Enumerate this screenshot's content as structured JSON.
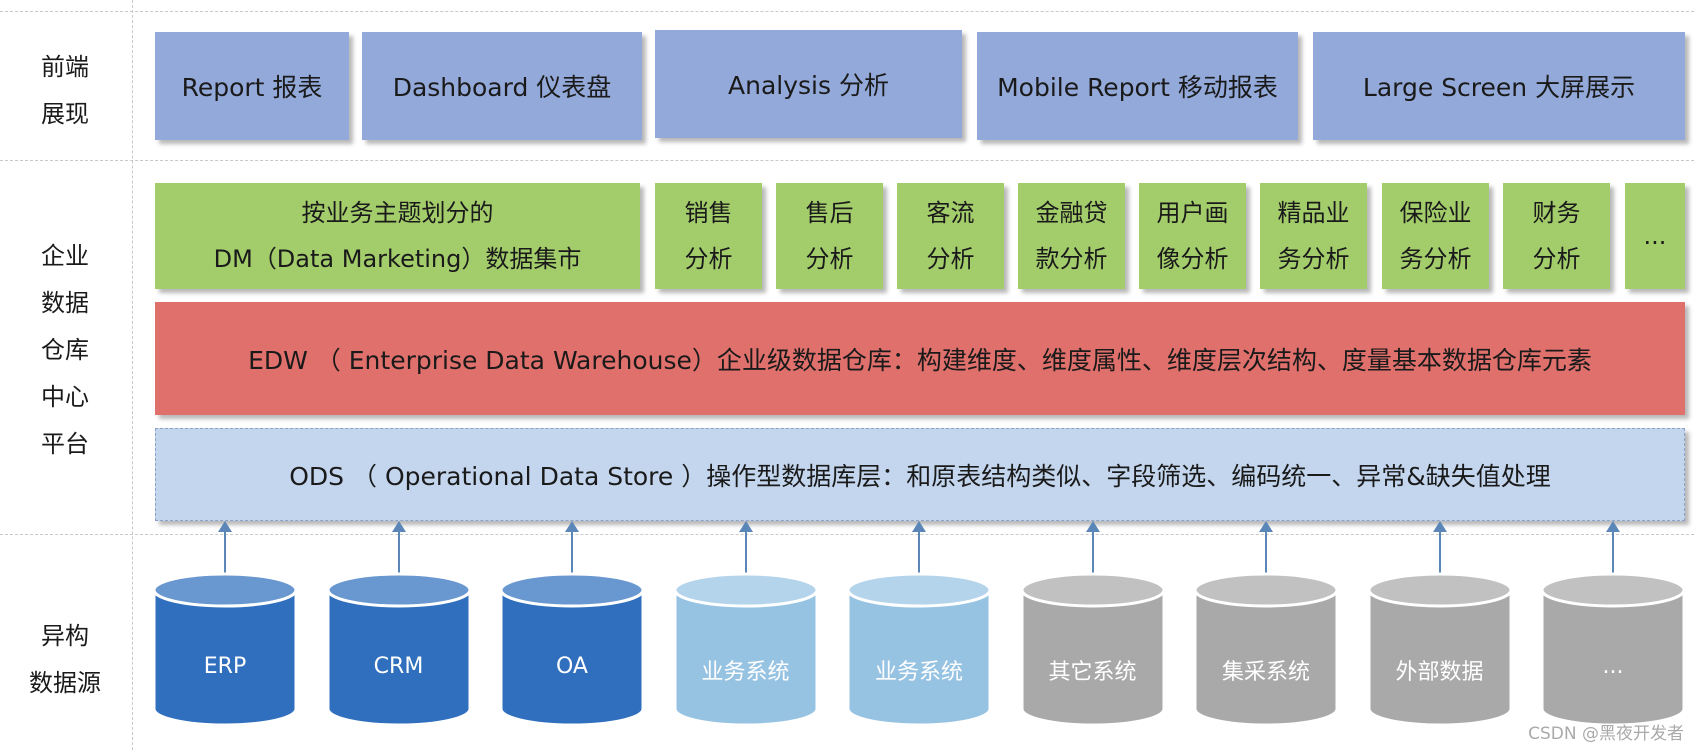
{
  "layers": {
    "frontend": {
      "label_lines": [
        "前端",
        "展现"
      ],
      "boxes": [
        "Report 报表",
        "Dashboard 仪表盘",
        "Analysis 分析",
        "Mobile Report 移动报表",
        "Large Screen 大屏展示"
      ]
    },
    "platform": {
      "label_lines": [
        "企业",
        "数据",
        "仓库",
        "中心",
        "平台"
      ],
      "dm": {
        "lines": [
          "按业务主题划分的",
          "DM（Data Marketing）数据集市"
        ],
        "modules": [
          [
            "销售",
            "分析"
          ],
          [
            "售后",
            "分析"
          ],
          [
            "客流",
            "分析"
          ],
          [
            "金融贷",
            "款分析"
          ],
          [
            "用户画",
            "像分析"
          ],
          [
            "精品业",
            "务分析"
          ],
          [
            "保险业",
            "务分析"
          ],
          [
            "财务",
            "分析"
          ],
          [
            "..."
          ]
        ]
      },
      "edw": "EDW （ Enterprise Data Warehouse）企业级数据仓库：构建维度、维度属性、维度层次结构、度量基本数据仓库元素",
      "ods": "ODS （ Operational Data Store ）操作型数据库层：和原表结构类似、字段筛选、编码统一、异常&缺失值处理"
    },
    "sources": {
      "label_lines": [
        "异构",
        "数据源"
      ],
      "items": [
        {
          "label": "ERP",
          "color": "#2f6fbd"
        },
        {
          "label": "CRM",
          "color": "#2f6fbd"
        },
        {
          "label": "OA",
          "color": "#2f6fbd"
        },
        {
          "label": "业务系统",
          "color": "#97c3e3"
        },
        {
          "label": "业务系统",
          "color": "#97c3e3"
        },
        {
          "label": "其它系统",
          "color": "#a9a9a9"
        },
        {
          "label": "集采系统",
          "color": "#a9a9a9"
        },
        {
          "label": "外部数据",
          "color": "#a9a9a9"
        },
        {
          "label": "...",
          "color": "#a9a9a9"
        }
      ]
    }
  },
  "colors": {
    "frontend_box": "#93a9d9",
    "dm_box": "#a3cc6b",
    "edw_box": "#df706c",
    "ods_box": "#c3d6ee",
    "arrow": "#5b86b8"
  },
  "watermark": "CSDN @黑夜开发者"
}
